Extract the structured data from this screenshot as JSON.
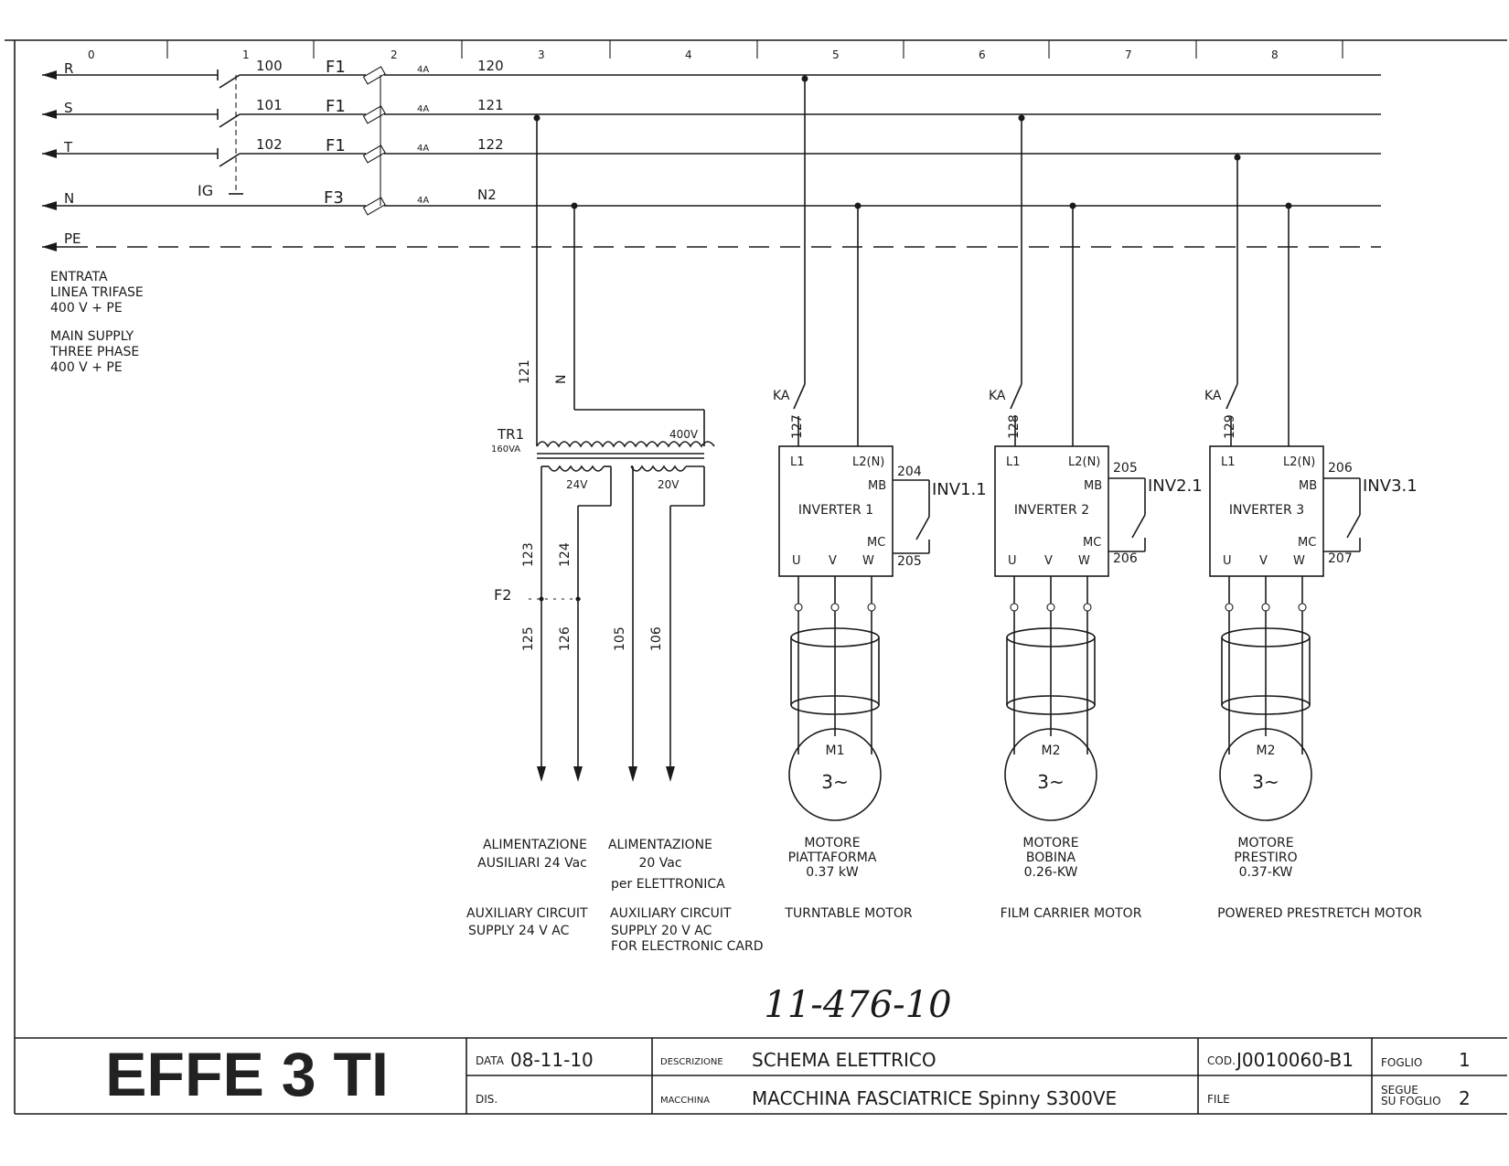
{
  "columns": [
    "0",
    "1",
    "2",
    "3",
    "4",
    "5",
    "6",
    "7",
    "8"
  ],
  "phases": [
    {
      "name": "R",
      "wire": "100",
      "fuse": "F1",
      "rating": "4A",
      "out": "120"
    },
    {
      "name": "S",
      "wire": "101",
      "fuse": "F1",
      "rating": "4A",
      "out": "121"
    },
    {
      "name": "T",
      "wire": "102",
      "fuse": "F1",
      "rating": "4A",
      "out": "122"
    },
    {
      "name": "N",
      "wire": "",
      "fuse": "F3",
      "rating": "4A",
      "out": "N2"
    },
    {
      "name": "PE"
    }
  ],
  "main_switch": "IG",
  "supply_note_it": [
    "ENTRATA",
    "LINEA TRIFASE",
    "400 V + PE"
  ],
  "supply_note_en": [
    "MAIN SUPPLY",
    "THREE PHASE",
    "400 V  + PE"
  ],
  "transformer": {
    "name": "TR1",
    "rating": "160VA",
    "primary": "400V",
    "secondaries": [
      "24V",
      "20V"
    ],
    "in_wires": [
      "121",
      "N"
    ],
    "out_wires": [
      "123",
      "124",
      "125",
      "126",
      "105",
      "106"
    ],
    "fuse": "F2"
  },
  "inverters": [
    {
      "contact": "KA",
      "feed_wire": "127",
      "title": "INVERTER  1",
      "mb_wire": "204",
      "mc_wire": "205",
      "relay": "INV1.1",
      "motor": "M1",
      "motor_sym": "3~",
      "desc_it": [
        "MOTORE",
        "PIATTAFORMA",
        "0.37  kW"
      ],
      "desc_en": "TURNTABLE  MOTOR"
    },
    {
      "contact": "KA",
      "feed_wire": "128",
      "title": "INVERTER  2",
      "mb_wire": "205",
      "mc_wire": "206",
      "relay": "INV2.1",
      "motor": "M2",
      "motor_sym": "3~",
      "desc_it": [
        "MOTORE",
        "BOBINA",
        "0.26-KW"
      ],
      "desc_en": "FILM  CARRIER  MOTOR"
    },
    {
      "contact": "KA",
      "feed_wire": "129",
      "title": "INVERTER  3",
      "mb_wire": "206",
      "mc_wire": "207",
      "relay": "INV3.1",
      "motor": "M2",
      "motor_sym": "3~",
      "desc_it": [
        "MOTORE",
        "PRESTIRO",
        "0.37-KW"
      ],
      "desc_en": "POWERED  PRESTRETCH  MOTOR"
    }
  ],
  "terminal_labels": {
    "l1": "L1",
    "l2": "L2(N)",
    "mb": "MB",
    "mc": "MC",
    "u": "U",
    "v": "V",
    "w": "W"
  },
  "aux_24": {
    "it": [
      "ALIMENTAZIONE",
      "AUSILIARI  24  Vac"
    ],
    "en": [
      "AUXILIARY  CIRCUIT",
      "SUPPLY  24  V  AC"
    ]
  },
  "aux_20": {
    "it": [
      "ALIMENTAZIONE",
      "20  Vac",
      "per  ELETTRONICA"
    ],
    "en": [
      "AUXILIARY  CIRCUIT",
      "SUPPLY  20  V  AC",
      "FOR  ELECTRONIC  CARD"
    ]
  },
  "handwritten_code": "11-476-10",
  "title_block": {
    "company": "EFFE 3 TI",
    "data_label": "DATA",
    "data_value": "08-11-10",
    "dis_label": "DIS.",
    "desc_label": "DESCRIZIONE",
    "desc_value": "SCHEMA  ELETTRICO",
    "macchina_label": "MACCHINA",
    "macchina_value": "MACCHINA  FASCIATRICE  Spinny  S300VE",
    "cod_label": "COD.",
    "cod_value": "J0010060-B1",
    "file_label": "FILE",
    "foglio_label": "FOGLIO",
    "foglio_value": "1",
    "segue_label": [
      "SEGUE",
      "SU FOGLIO"
    ],
    "segue_value": "2"
  }
}
